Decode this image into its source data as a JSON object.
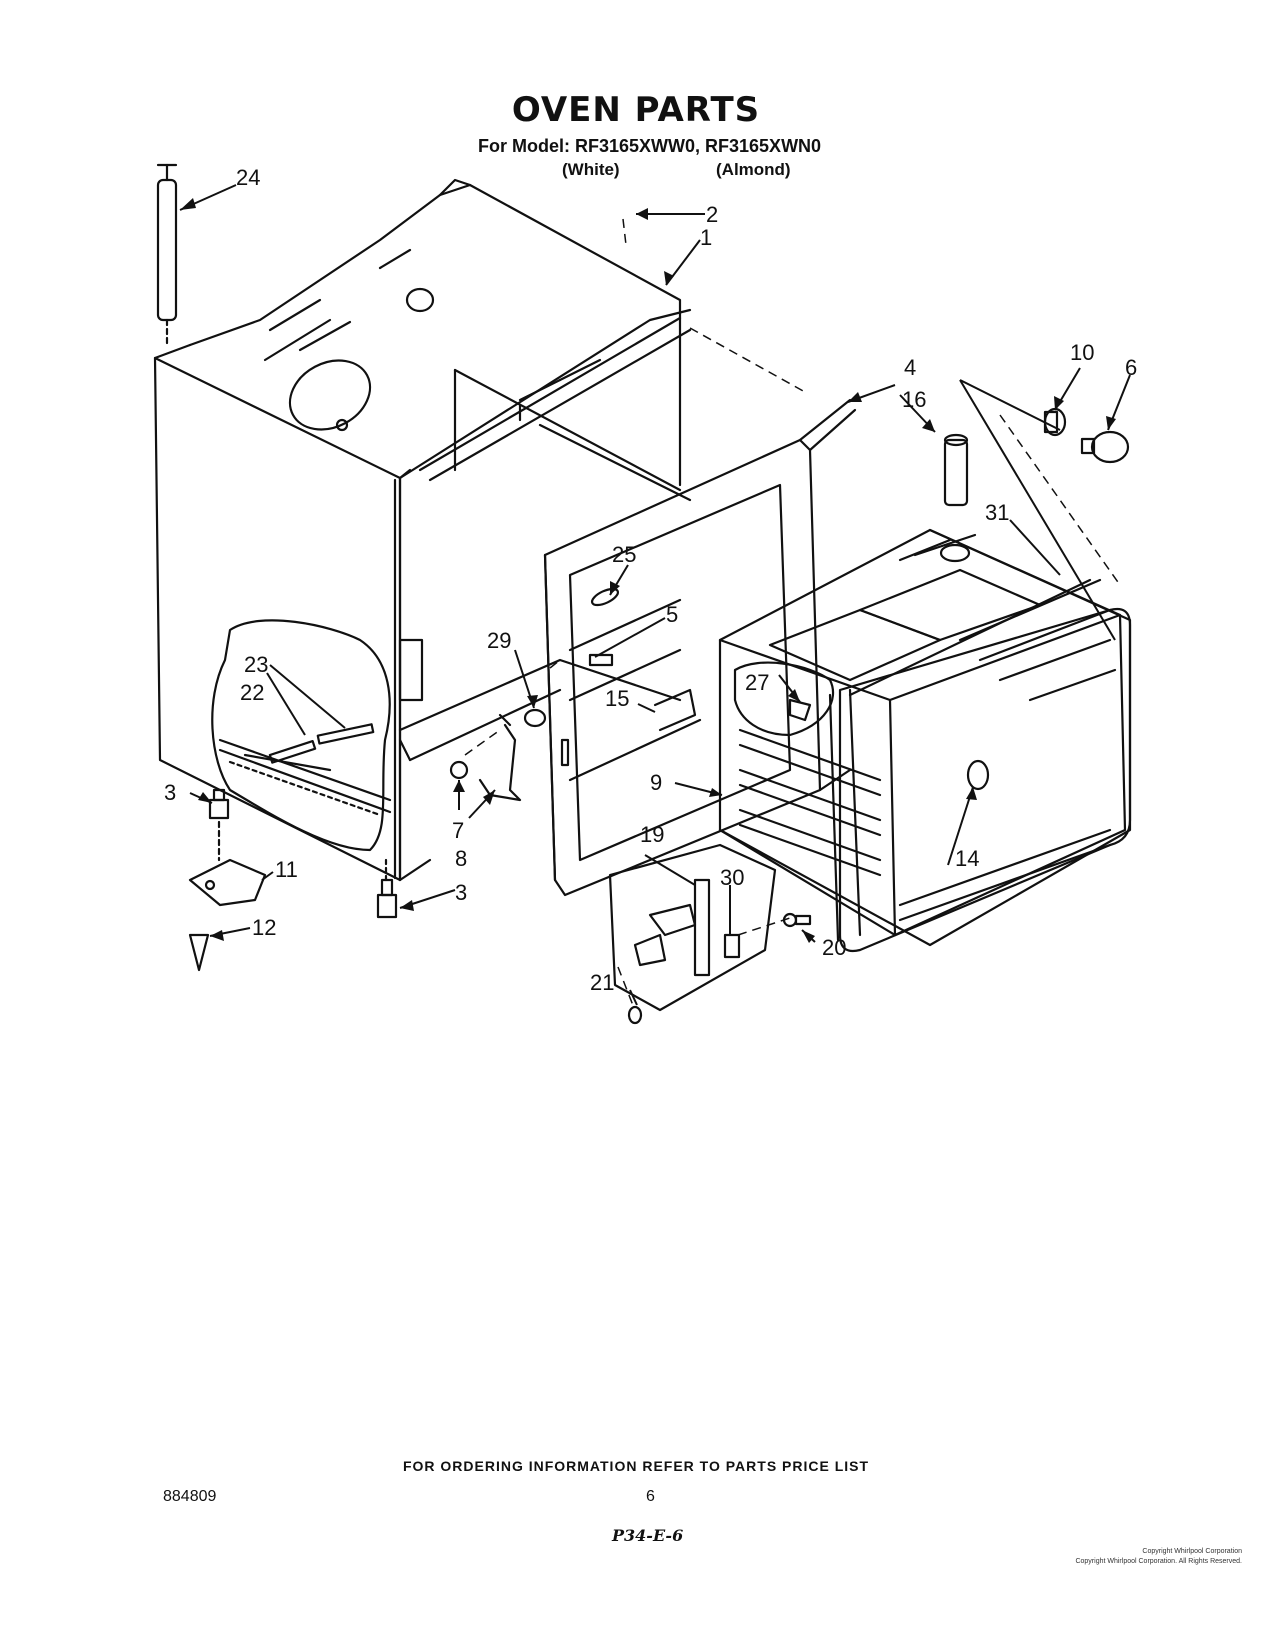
{
  "title": "OVEN PARTS",
  "model_line": "For Model: RF3165XWW0, RF3165XWN0",
  "finish_white": "(White)",
  "finish_almond": "(Almond)",
  "footer_note": "FOR ORDERING INFORMATION REFER TO PARTS PRICE LIST",
  "document_number": "884809",
  "page_number": "6",
  "handwritten_note": "P34-E-6",
  "copyright_lines": [
    "Copyright Whirlpool Corporation",
    "Copyright Whirlpool Corporation. All Rights Reserved."
  ],
  "part_labels": [
    "1",
    "2",
    "3",
    "3",
    "4",
    "5",
    "6",
    "7",
    "8",
    "9",
    "10",
    "11",
    "12",
    "14",
    "15",
    "16",
    "19",
    "20",
    "21",
    "22",
    "23",
    "24",
    "25",
    "27",
    "29",
    "30",
    "31"
  ]
}
